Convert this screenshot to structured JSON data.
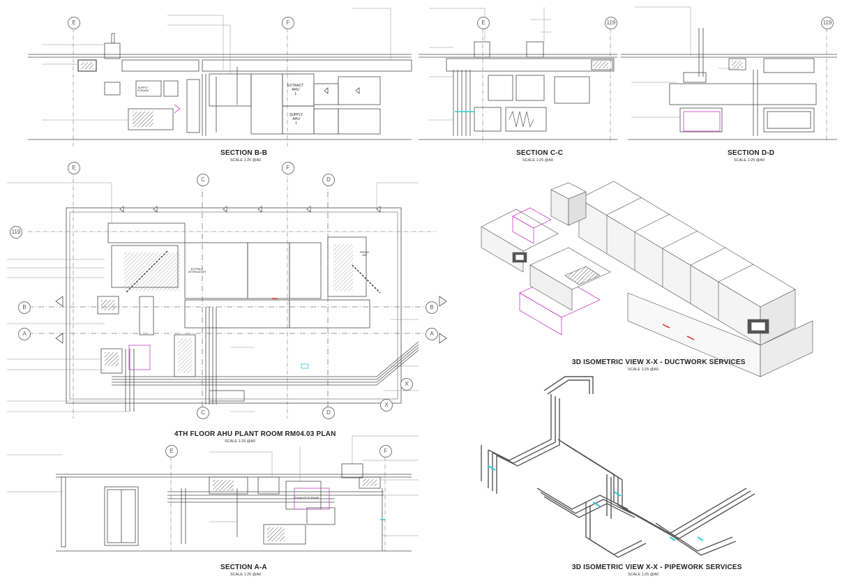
{
  "views": [
    {
      "id": "section-b-b",
      "title": "SECTION B-B",
      "scale": "SCALE 1:25 @A0"
    },
    {
      "id": "section-c-c",
      "title": "SECTION C-C",
      "scale": "SCALE 1:25 @A0"
    },
    {
      "id": "section-d-d",
      "title": "SECTION D-D",
      "scale": "SCALE 1:25 @A0"
    },
    {
      "id": "plan",
      "title": "4TH FLOOR AHU PLANT ROOM RM04.03 PLAN",
      "scale": "SCALE 1:25 @A0"
    },
    {
      "id": "iso-duct",
      "title": "3D ISOMETRIC VIEW X-X - DUCTWORK SERVICES",
      "scale": "SCALE 1:25 @A0"
    },
    {
      "id": "section-a-a",
      "title": "SECTION A-A",
      "scale": "SCALE 1:25 @A0"
    },
    {
      "id": "iso-pipe",
      "title": "3D ISOMETRIC VIEW X-X - PIPEWORK SERVICES",
      "scale": "SCALE 1:25 @A0"
    }
  ],
  "grid": {
    "e": "E",
    "f": "F",
    "c": "C",
    "d": "D",
    "b": "B",
    "a": "A",
    "x": "X",
    "n119": "119"
  },
  "equipment": {
    "extract_ahu": "EXTRACT\nAHU\n1",
    "supply_ahu": "SUPPLY\nAHU\n1",
    "extract_attenuator": "EXTRACT\nATTENUATOR",
    "supply_plenum": "SUPPLY\nPLENUM",
    "exhaust_plenum": "EXHAUST PLENUM",
    "fresh_air": "FRESH\nAIR"
  },
  "colors": {
    "line": "#4a4a4a",
    "light": "#9a9a9a",
    "magenta": "#c83fc8",
    "cyan": "#2fc9d9",
    "red": "#d02020"
  }
}
